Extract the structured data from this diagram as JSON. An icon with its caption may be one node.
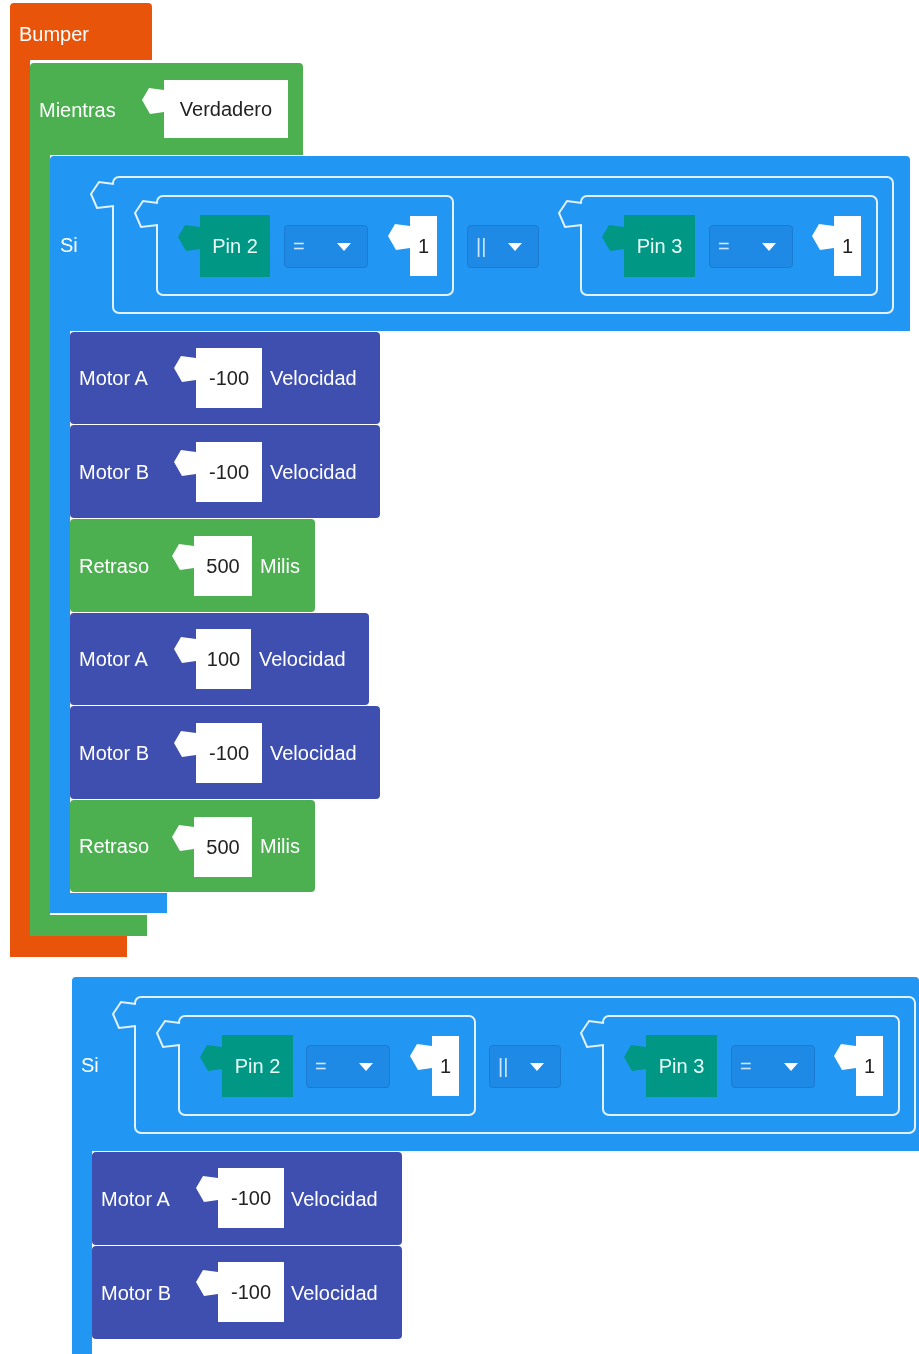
{
  "diagram": {
    "nodes": [
      {
        "text": [
          "Bumper"
        ]
      },
      {
        "text": [
          "Mientras"
        ]
      },
      {
        "text": [
          "Verdadero"
        ],
        "in": 1
      },
      {
        "text": [
          "Si"
        ]
      },
      {
        "text": [],
        "shape": "box",
        "in": 3
      },
      {
        "text": [],
        "shape": "box",
        "in": 4
      },
      {
        "text": [
          "Pin 2"
        ],
        "in": 5
      },
      {
        "text": [
          "="
        ],
        "in": 5
      },
      {
        "text": [
          "1"
        ],
        "in": 5
      },
      {
        "text": [
          "||"
        ],
        "in": 4
      },
      {
        "text": [],
        "shape": "box",
        "in": 4
      },
      {
        "text": [
          "Pin 3"
        ],
        "in": 10
      },
      {
        "text": [
          "="
        ],
        "in": 10
      },
      {
        "text": [
          "1"
        ],
        "in": 10
      },
      {
        "text": [
          "Motor A",
          "Velocidad"
        ],
        "in": 3
      },
      {
        "text": [
          "-100"
        ],
        "in": 14
      },
      {
        "text": [
          "Motor B",
          "Velocidad"
        ],
        "in": 3
      },
      {
        "text": [
          "-100"
        ],
        "in": 16
      },
      {
        "text": [
          "Retraso",
          "Milis"
        ],
        "in": 3
      },
      {
        "text": [
          "500"
        ],
        "in": 18
      },
      {
        "text": [
          "Motor A",
          "Velocidad"
        ],
        "in": 3
      },
      {
        "text": [
          "100"
        ],
        "in": 20
      },
      {
        "text": [
          "Motor B",
          "Velocidad"
        ],
        "in": 3
      },
      {
        "text": [
          "-100"
        ],
        "in": 22
      },
      {
        "text": [
          "Retraso",
          "Milis"
        ],
        "in": 3
      },
      {
        "text": [
          "500"
        ],
        "in": 24
      },
      {
        "text": [
          "Si"
        ]
      },
      {
        "text": [],
        "shape": "box",
        "in": 26
      },
      {
        "text": [],
        "shape": "box",
        "in": 27
      },
      {
        "text": [
          "Pin 2"
        ],
        "in": 28
      },
      {
        "text": [
          "="
        ],
        "in": 28
      },
      {
        "text": [
          "1"
        ],
        "in": 28
      },
      {
        "text": [
          "||"
        ],
        "in": 27
      },
      {
        "text": [],
        "shape": "box",
        "in": 27
      },
      {
        "text": [
          "Pin 3"
        ],
        "in": 33
      },
      {
        "text": [
          "="
        ],
        "in": 33
      },
      {
        "text": [
          "1"
        ],
        "in": 33
      },
      {
        "text": [
          "Motor A",
          "Velocidad"
        ],
        "in": 26
      },
      {
        "text": [
          "-100"
        ],
        "in": 37
      },
      {
        "text": [
          "Motor B",
          "Velocidad"
        ],
        "in": 26
      },
      {
        "text": [
          "-100"
        ],
        "in": 39
      }
    ]
  }
}
